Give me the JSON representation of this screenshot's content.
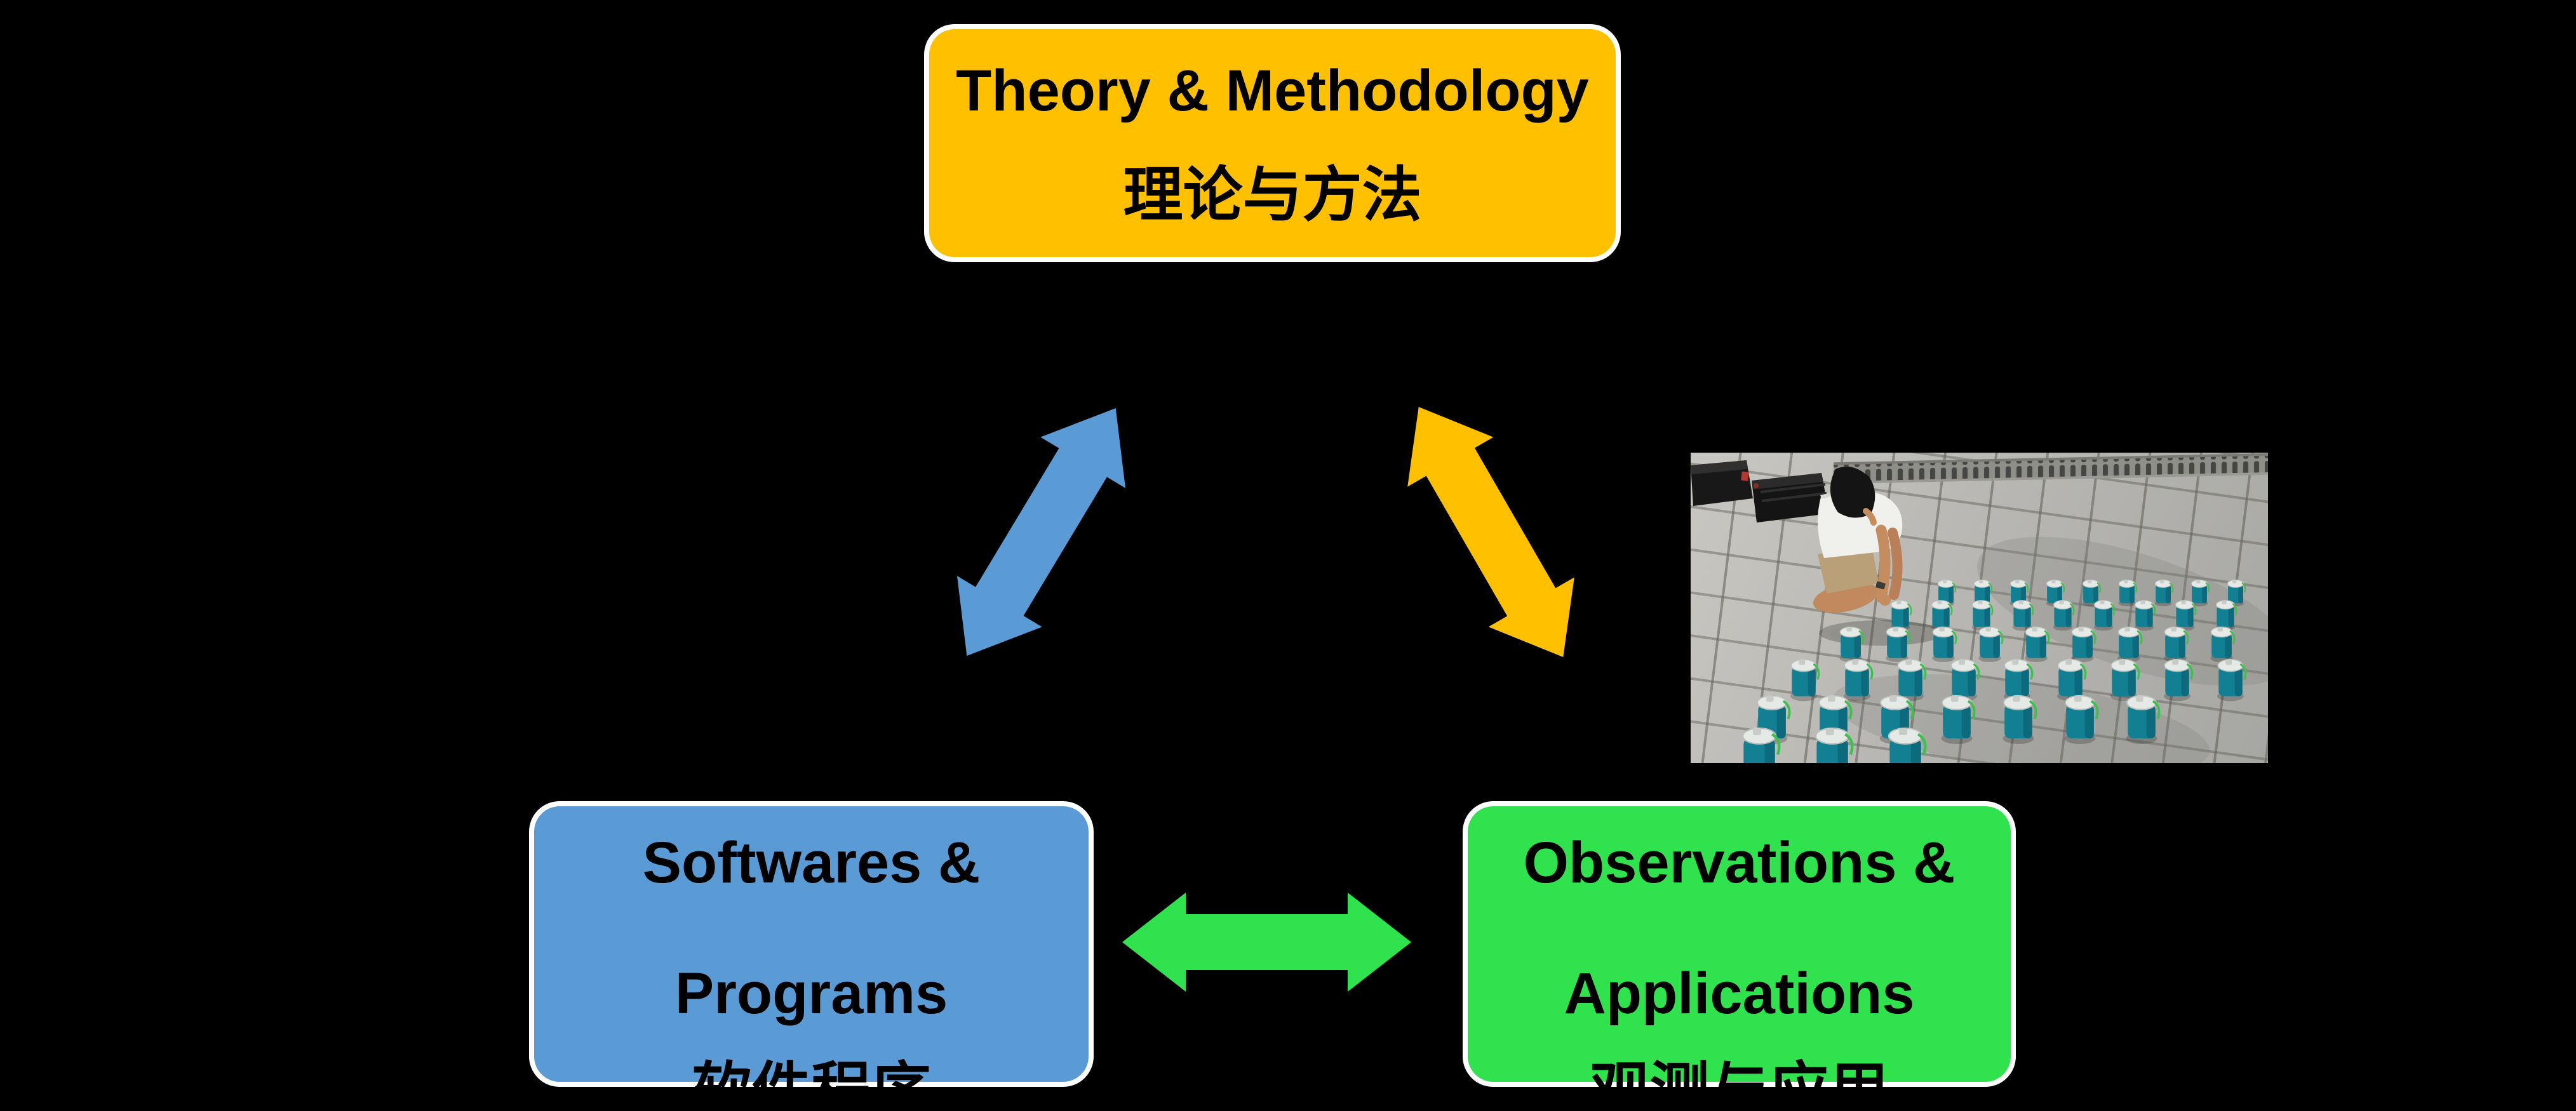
{
  "slide": {
    "background": "#000000",
    "border_color": "#FFFFFF",
    "text_color": "#000000"
  },
  "boxes": {
    "theory": {
      "en": "Theory & Methodology",
      "zh": "理论与方法",
      "fill": "#FFC000"
    },
    "softwares": {
      "en_line1": "Softwares &",
      "en_line2": "Programs",
      "zh": "软件程序",
      "fill": "#5B9BD5"
    },
    "observations": {
      "en_line1": "Observations &",
      "en_line2": "Applications",
      "zh": "观测与应用",
      "fill": "#30E24D"
    }
  },
  "arrows": {
    "theory_softwares": {
      "between": "Theory & Methodology ↔ Softwares & Programs",
      "style": "double-headed",
      "color": "#5B9BD5"
    },
    "theory_observations": {
      "between": "Theory & Methodology ↔ Observations & Applications",
      "style": "double-headed",
      "color": "#FFC000"
    },
    "softwares_observations": {
      "between": "Softwares & Programs ↔ Observations & Applications",
      "style": "double-headed",
      "color": "#30E24D"
    }
  },
  "photo": {
    "description": "Researcher crouching on a tiled plaza arranging a grid of about fifty teal seismic node sensors with green cables; two black equipment cases behind"
  }
}
